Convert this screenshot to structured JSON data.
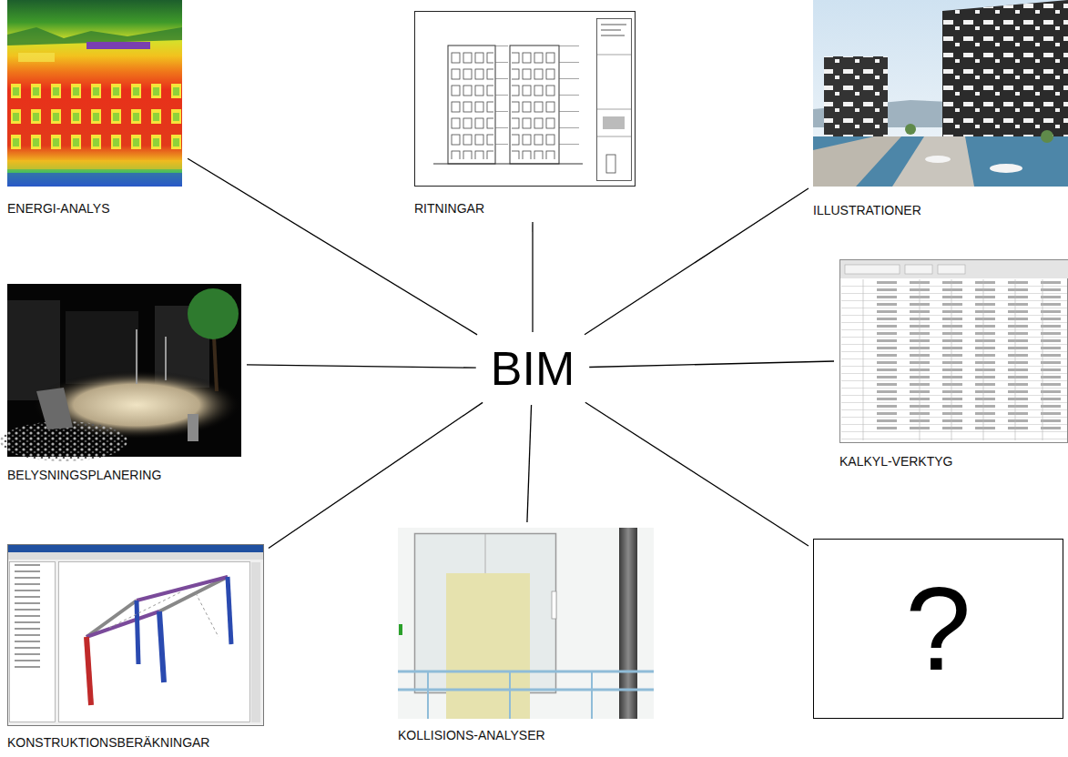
{
  "diagram": {
    "nodes": [
      {
        "text": [
          "ENERGI-ANALYS"
        ]
      },
      {
        "text": [
          "RITNINGAR"
        ]
      },
      {
        "text": [
          "ILLUSTRATIONER"
        ]
      },
      {
        "text": [
          "BELYSNINGSPLANERING"
        ]
      },
      {
        "text": [
          "BIM"
        ]
      },
      {
        "text": [
          "KALKYL-VERKTYG"
        ]
      },
      {
        "text": [
          "?"
        ]
      },
      {
        "text": [
          "KONSTRUKTIONSBERÄKNINGAR"
        ]
      },
      {
        "text": [
          "KOLLISIONS-ANALYSER"
        ]
      }
    ],
    "edges": [
      {
        "from": 4,
        "to": 0,
        "arrow": "none"
      },
      {
        "from": 4,
        "to": 1,
        "arrow": "none"
      },
      {
        "from": 4,
        "to": 2,
        "arrow": "none"
      },
      {
        "from": 4,
        "to": 3,
        "arrow": "none"
      },
      {
        "from": 4,
        "to": 5,
        "arrow": "none"
      },
      {
        "from": 4,
        "to": 6,
        "arrow": "none"
      },
      {
        "from": 4,
        "to": 7,
        "arrow": "none"
      },
      {
        "from": 4,
        "to": 8,
        "arrow": "none"
      }
    ]
  }
}
